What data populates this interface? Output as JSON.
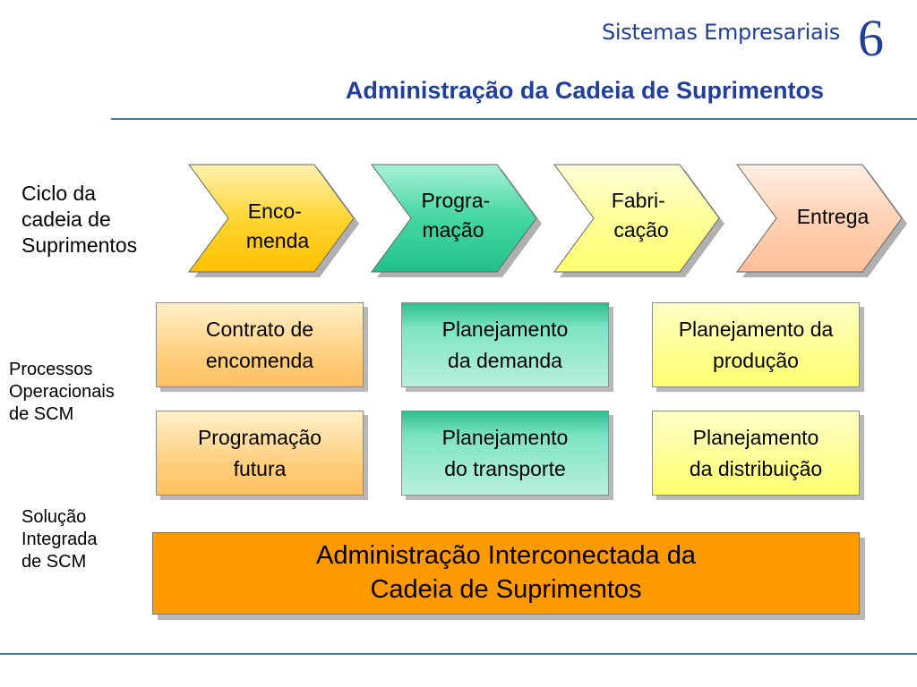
{
  "header": {
    "brand": "Sistemas Empresariais",
    "chapter": "6",
    "title": "Administração da Cadeia de Suprimentos"
  },
  "rows": {
    "cycle_label": [
      "Ciclo da",
      "cadeia de",
      "Suprimentos"
    ],
    "processes_label": [
      "Processos",
      "Operacionais",
      "de SCM"
    ],
    "solution_label": [
      "Solução",
      "Integrada",
      "de SCM"
    ]
  },
  "cycle": [
    {
      "lines": [
        "Enco-",
        "menda"
      ],
      "color": "#ffc800"
    },
    {
      "lines": [
        "Progra-",
        "mação"
      ],
      "color": "#2fcf96"
    },
    {
      "lines": [
        "Fabri-",
        "cação"
      ],
      "color": "#ffff80"
    },
    {
      "lines": [
        "Entrega"
      ],
      "color": "#ffc8a8"
    }
  ],
  "processes": [
    {
      "lines": [
        "Contrato de",
        "encomenda"
      ]
    },
    {
      "lines": [
        "Planejamento",
        "da demanda"
      ]
    },
    {
      "lines": [
        "Planejamento da",
        "produção"
      ]
    },
    {
      "lines": [
        "Programação",
        "futura"
      ]
    },
    {
      "lines": [
        "Planejamento",
        "do transporte"
      ]
    },
    {
      "lines": [
        "Planejamento",
        "da distribuição"
      ]
    }
  ],
  "solution": {
    "lines": [
      "Administração Interconectada da",
      "Cadeia de Suprimentos"
    ],
    "color": "#ff9900"
  }
}
